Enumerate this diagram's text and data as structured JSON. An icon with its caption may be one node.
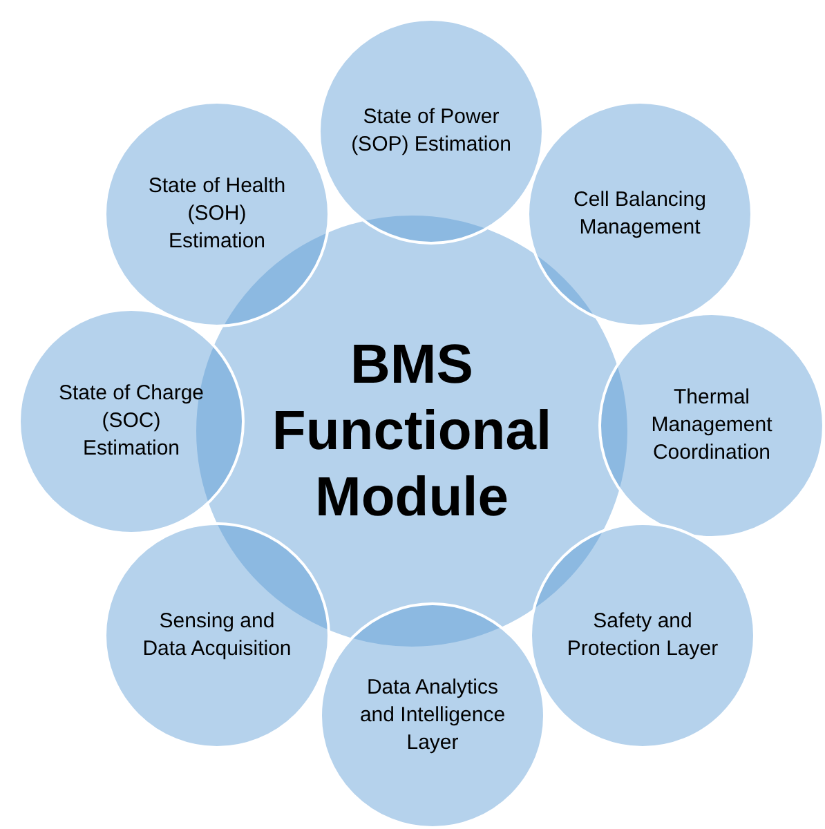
{
  "diagram": {
    "nodes": [
      {
        "text": [
          "State of Power (SOP) Estimation"
        ]
      },
      {
        "text": [
          "State of Health (SOH) Estimation"
        ]
      },
      {
        "text": [
          "Cell Balancing Management"
        ]
      },
      {
        "text": [
          "BMS Functional Module"
        ]
      },
      {
        "text": [
          "State of Charge (SOC) Estimation"
        ]
      },
      {
        "text": [
          "Thermal Management Coordination"
        ]
      },
      {
        "text": [
          "Sensing and Data Acquisition"
        ]
      },
      {
        "text": [
          "Safety and Protection Layer"
        ]
      },
      {
        "text": [
          "Data Analytics and Intelligence Layer"
        ]
      }
    ]
  }
}
